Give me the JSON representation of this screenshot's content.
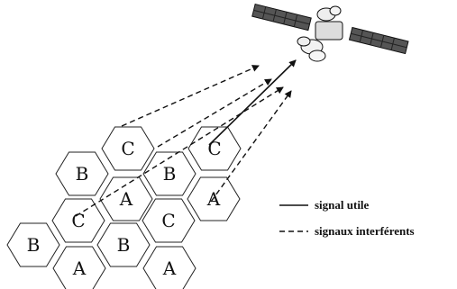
{
  "diagram": {
    "cells": [
      {
        "id": "c1",
        "letter": "C"
      },
      {
        "id": "c2",
        "letter": "C"
      },
      {
        "id": "c3",
        "letter": "B"
      },
      {
        "id": "c4",
        "letter": "B"
      },
      {
        "id": "c5",
        "letter": "A"
      },
      {
        "id": "c6",
        "letter": "A"
      },
      {
        "id": "c7",
        "letter": "C"
      },
      {
        "id": "c8",
        "letter": "C"
      },
      {
        "id": "c9",
        "letter": "B"
      },
      {
        "id": "c10",
        "letter": "B"
      },
      {
        "id": "c11",
        "letter": "A"
      },
      {
        "id": "c12",
        "letter": "A"
      }
    ],
    "legend": {
      "solid_label": "signal utile",
      "dashed_label": "signaux interférents"
    }
  }
}
